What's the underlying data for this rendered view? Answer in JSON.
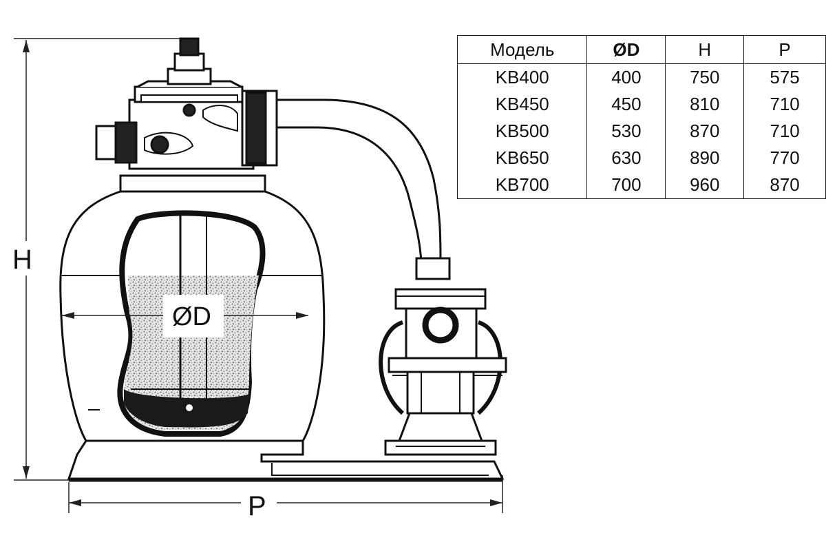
{
  "drawing": {
    "labels": {
      "height": "H",
      "diameter": "ØD",
      "length": "P"
    }
  },
  "table": {
    "headers": [
      "Модель",
      "ØD",
      "H",
      "P"
    ],
    "rows": [
      [
        "KB400",
        "400",
        "750",
        "575"
      ],
      [
        "KB450",
        "450",
        "810",
        "710"
      ],
      [
        "KB500",
        "530",
        "870",
        "710"
      ],
      [
        "KB650",
        "630",
        "890",
        "770"
      ],
      [
        "KB700",
        "700",
        "960",
        "870"
      ]
    ]
  }
}
